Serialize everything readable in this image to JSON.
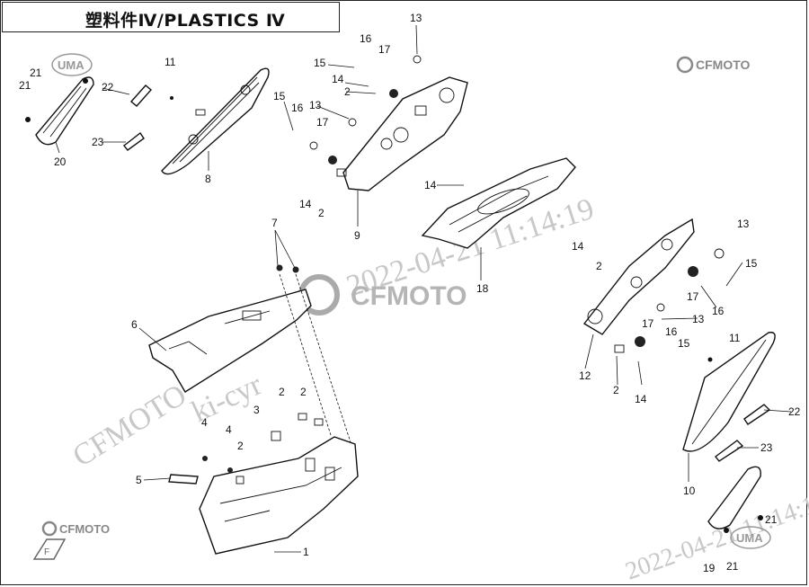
{
  "title": "塑料件Ⅳ/PLASTICS Ⅳ",
  "brand": {
    "logo_text": "CFMOTO",
    "dealer_mark": "UMA",
    "accent_color": "#8a8a8a"
  },
  "watermark": {
    "lines": [
      "CFMOTO",
      "2022-04-21  11:14:19",
      "ki-cyr"
    ]
  },
  "callouts": [
    {
      "id": "c1",
      "label": "1"
    },
    {
      "id": "c2a",
      "label": "2"
    },
    {
      "id": "c2b",
      "label": "2"
    },
    {
      "id": "c2c",
      "label": "2"
    },
    {
      "id": "c2d",
      "label": "2"
    },
    {
      "id": "c2e",
      "label": "2"
    },
    {
      "id": "c2f",
      "label": "2"
    },
    {
      "id": "c2g",
      "label": "2"
    },
    {
      "id": "c2h",
      "label": "2"
    },
    {
      "id": "c3",
      "label": "3"
    },
    {
      "id": "c4a",
      "label": "4"
    },
    {
      "id": "c4b",
      "label": "4"
    },
    {
      "id": "c5",
      "label": "5"
    },
    {
      "id": "c6",
      "label": "6"
    },
    {
      "id": "c7",
      "label": "7"
    },
    {
      "id": "c8",
      "label": "8"
    },
    {
      "id": "c9",
      "label": "9"
    },
    {
      "id": "c10",
      "label": "10"
    },
    {
      "id": "c11a",
      "label": "11"
    },
    {
      "id": "c11b",
      "label": "11"
    },
    {
      "id": "c12",
      "label": "12"
    },
    {
      "id": "c13a",
      "label": "13"
    },
    {
      "id": "c13b",
      "label": "13"
    },
    {
      "id": "c13c",
      "label": "13"
    },
    {
      "id": "c13d",
      "label": "13"
    },
    {
      "id": "c14a",
      "label": "14"
    },
    {
      "id": "c14b",
      "label": "14"
    },
    {
      "id": "c14c",
      "label": "14"
    },
    {
      "id": "c14d",
      "label": "14"
    },
    {
      "id": "c14e",
      "label": "14"
    },
    {
      "id": "c15a",
      "label": "15"
    },
    {
      "id": "c15b",
      "label": "15"
    },
    {
      "id": "c15c",
      "label": "15"
    },
    {
      "id": "c15d",
      "label": "15"
    },
    {
      "id": "c16a",
      "label": "16"
    },
    {
      "id": "c16b",
      "label": "16"
    },
    {
      "id": "c16c",
      "label": "16"
    },
    {
      "id": "c16d",
      "label": "16"
    },
    {
      "id": "c17a",
      "label": "17"
    },
    {
      "id": "c17b",
      "label": "17"
    },
    {
      "id": "c17c",
      "label": "17"
    },
    {
      "id": "c17d",
      "label": "17"
    },
    {
      "id": "c18",
      "label": "18"
    },
    {
      "id": "c19",
      "label": "19"
    },
    {
      "id": "c20",
      "label": "20"
    },
    {
      "id": "c21a",
      "label": "21"
    },
    {
      "id": "c21b",
      "label": "21"
    },
    {
      "id": "c21c",
      "label": "21"
    },
    {
      "id": "c21d",
      "label": "21"
    },
    {
      "id": "c22a",
      "label": "22"
    },
    {
      "id": "c22b",
      "label": "22"
    },
    {
      "id": "c23a",
      "label": "23"
    },
    {
      "id": "c23b",
      "label": "23"
    }
  ]
}
